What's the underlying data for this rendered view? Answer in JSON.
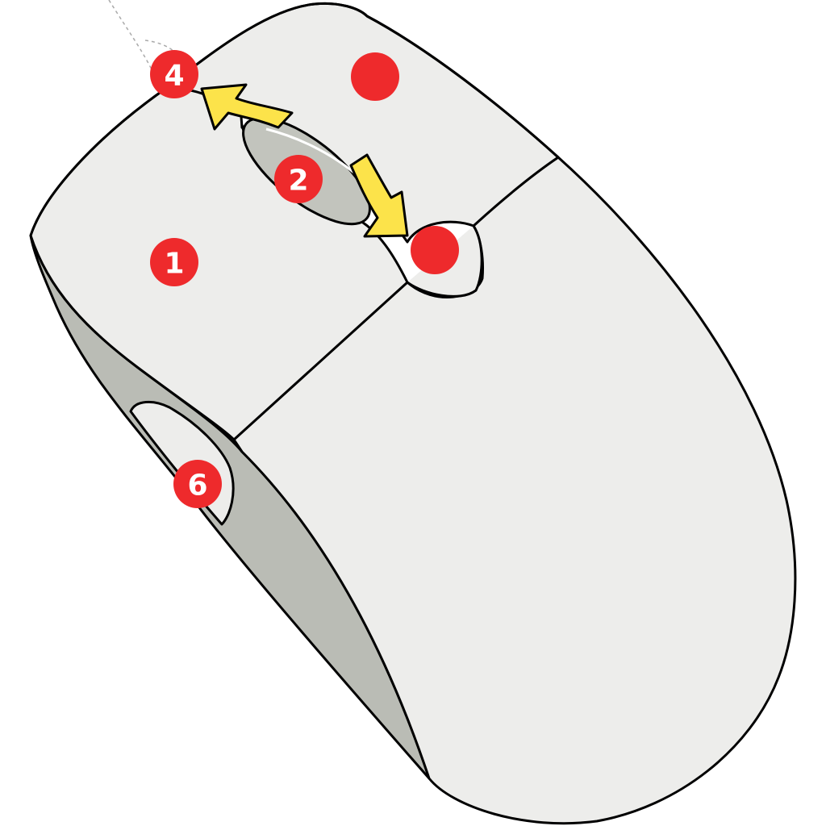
{
  "diagram": {
    "colors": {
      "shell": "#ededeb",
      "side": "#babcb5",
      "wheel": "#c2c4bd",
      "outline": "#000000",
      "marker": "#ee2a2c",
      "arrow": "#fce34a",
      "cord": "#aaaaaa"
    },
    "markers": [
      {
        "id": "left-button",
        "label": "1"
      },
      {
        "id": "scroll-wheel",
        "label": "2"
      },
      {
        "id": "tilt-left",
        "label": "4"
      },
      {
        "id": "right-button",
        "label": ""
      },
      {
        "id": "tilt-right",
        "label": ""
      },
      {
        "id": "side-button",
        "label": "6"
      }
    ]
  }
}
